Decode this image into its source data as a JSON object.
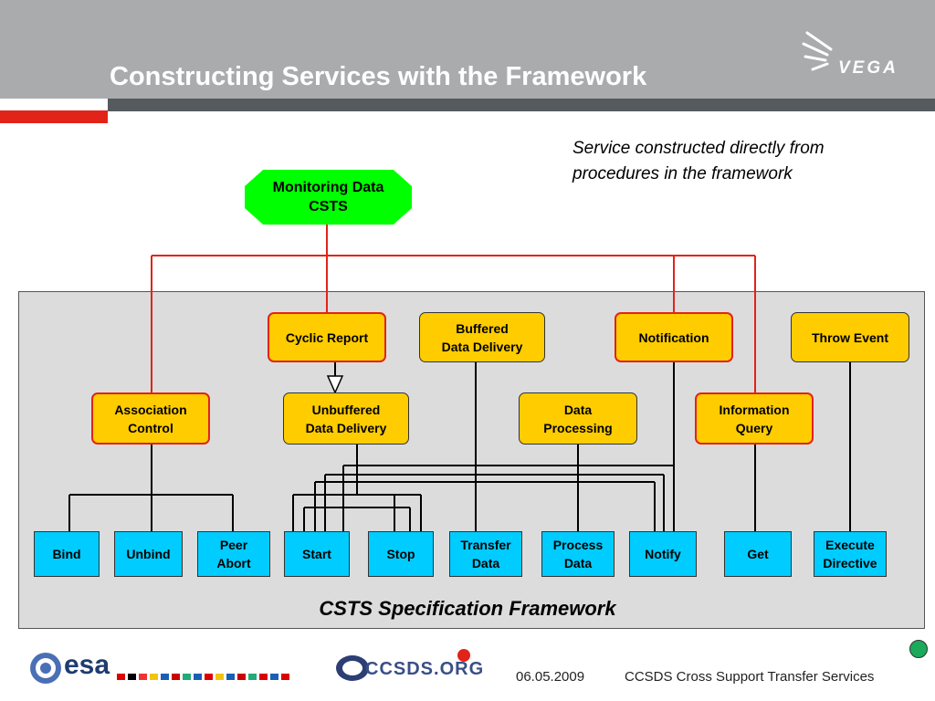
{
  "slide": {
    "title": "Constructing Services with the Framework",
    "note_line1": "Service constructed directly from",
    "note_line2": "procedures in the framework",
    "framework_label": "CSTS Specification Framework"
  },
  "brand": {
    "vega": "VEGA",
    "esa": "esa",
    "ccsds": "CCSDS.ORG"
  },
  "service": {
    "line1": "Monitoring Data",
    "line2": "CSTS"
  },
  "procedures": {
    "cyclic_report": "Cyclic Report",
    "buffered_1": "Buffered",
    "buffered_2": "Data Delivery",
    "notification": "Notification",
    "throw_event": "Throw Event",
    "association_1": "Association",
    "association_2": "Control",
    "unbuffered_1": "Unbuffered",
    "unbuffered_2": "Data Delivery",
    "data_processing_1": "Data",
    "data_processing_2": "Processing",
    "information_query_1": "Information",
    "information_query_2": "Query"
  },
  "operations": {
    "bind": "Bind",
    "unbind": "Unbind",
    "peer_abort_1": "Peer",
    "peer_abort_2": "Abort",
    "start": "Start",
    "stop": "Stop",
    "transfer_data_1": "Transfer",
    "transfer_data_2": "Data",
    "process_data_1": "Process",
    "process_data_2": "Data",
    "notify": "Notify",
    "get": "Get",
    "execute_directive_1": "Execute",
    "execute_directive_2": "Directive"
  },
  "footer": {
    "date": "06.05.2009",
    "title": "CCSDS Cross Support Transfer Services"
  },
  "colors": {
    "header": "#a9abad",
    "accent_red": "#e2231a",
    "procedure_fill": "#ffcc00",
    "operation_fill": "#00ccff",
    "service_fill": "#00ff00",
    "framework_bg": "#dcdcdc"
  }
}
